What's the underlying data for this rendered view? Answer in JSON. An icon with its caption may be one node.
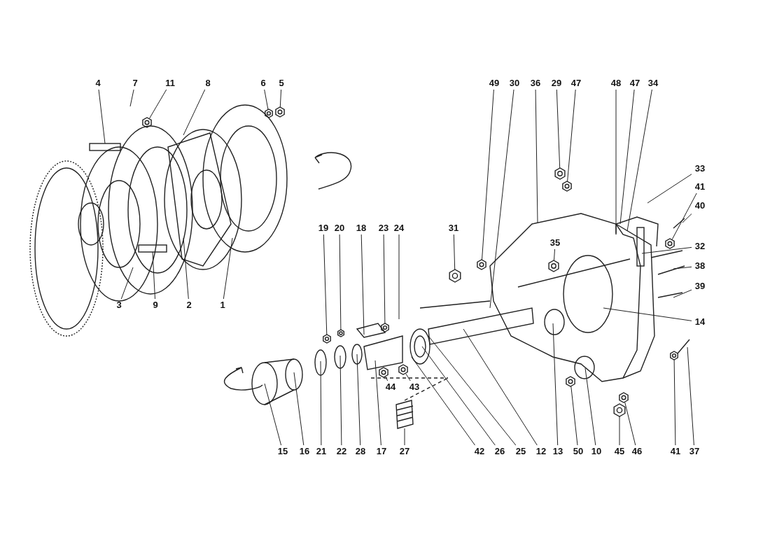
{
  "diagram": {
    "nodes": [
      {
        "text": [
          "4"
        ]
      },
      {
        "text": [
          "7"
        ]
      },
      {
        "text": [
          "11"
        ]
      },
      {
        "text": [
          "8"
        ]
      },
      {
        "text": [
          "6"
        ]
      },
      {
        "text": [
          "5"
        ]
      },
      {
        "text": [
          "49"
        ]
      },
      {
        "text": [
          "30"
        ]
      },
      {
        "text": [
          "36"
        ]
      },
      {
        "text": [
          "29"
        ]
      },
      {
        "text": [
          "47"
        ]
      },
      {
        "text": [
          "48"
        ]
      },
      {
        "text": [
          "47"
        ]
      },
      {
        "text": [
          "34"
        ]
      },
      {
        "text": [
          "33"
        ]
      },
      {
        "text": [
          "41"
        ]
      },
      {
        "text": [
          "40"
        ]
      },
      {
        "text": [
          "19"
        ]
      },
      {
        "text": [
          "20"
        ]
      },
      {
        "text": [
          "18"
        ]
      },
      {
        "text": [
          "23"
        ]
      },
      {
        "text": [
          "24"
        ]
      },
      {
        "text": [
          "31"
        ]
      },
      {
        "text": [
          "35"
        ]
      },
      {
        "text": [
          "32"
        ]
      },
      {
        "text": [
          "38"
        ]
      },
      {
        "text": [
          "39"
        ]
      },
      {
        "text": [
          "3"
        ]
      },
      {
        "text": [
          "9"
        ]
      },
      {
        "text": [
          "2"
        ]
      },
      {
        "text": [
          "1"
        ]
      },
      {
        "text": [
          "14"
        ]
      },
      {
        "text": [
          "44"
        ]
      },
      {
        "text": [
          "43"
        ]
      },
      {
        "text": [
          "15"
        ]
      },
      {
        "text": [
          "16"
        ]
      },
      {
        "text": [
          "21"
        ]
      },
      {
        "text": [
          "22"
        ]
      },
      {
        "text": [
          "28"
        ]
      },
      {
        "text": [
          "17"
        ]
      },
      {
        "text": [
          "27"
        ]
      },
      {
        "text": [
          "42"
        ]
      },
      {
        "text": [
          "26"
        ]
      },
      {
        "text": [
          "25"
        ]
      },
      {
        "text": [
          "12"
        ]
      },
      {
        "text": [
          "13"
        ]
      },
      {
        "text": [
          "50"
        ]
      },
      {
        "text": [
          "10"
        ]
      },
      {
        "text": [
          "45"
        ]
      },
      {
        "text": [
          "46"
        ]
      },
      {
        "text": [
          "41"
        ]
      },
      {
        "text": [
          "37"
        ]
      },
      {
        "text": [],
        "shape": "picture"
      },
      {
        "text": [],
        "shape": "picture"
      },
      {
        "text": [],
        "shape": "picture"
      },
      {
        "text": [],
        "shape": "picture"
      },
      {
        "text": [],
        "shape": "picture"
      },
      {
        "text": [],
        "shape": "picture"
      },
      {
        "text": [],
        "shape": "picture"
      },
      {
        "text": [],
        "shape": "picture"
      },
      {
        "text": [],
        "shape": "picture"
      },
      {
        "text": [],
        "shape": "picture"
      },
      {
        "text": [],
        "shape": "picture"
      },
      {
        "text": [],
        "shape": "picture"
      },
      {
        "text": [],
        "shape": "picture"
      },
      {
        "text": [],
        "shape": "picture"
      },
      {
        "text": [],
        "shape": "picture"
      },
      {
        "text": [],
        "shape": "picture"
      },
      {
        "text": [],
        "shape": "picture"
      },
      {
        "text": [],
        "shape": "picture"
      }
    ],
    "edges": [
      {
        "from": 0,
        "to": null,
        "arrow": "none"
      },
      {
        "from": 1,
        "to": null,
        "arrow": "none"
      },
      {
        "from": 2,
        "to": 52,
        "arrow": "none"
      },
      {
        "from": 3,
        "to": null,
        "arrow": "none"
      },
      {
        "from": 4,
        "to": 53,
        "arrow": "none"
      },
      {
        "from": 5,
        "to": 54,
        "arrow": "none"
      },
      {
        "from": 6,
        "to": 55,
        "arrow": "none"
      },
      {
        "from": 7,
        "to": null,
        "arrow": "none"
      },
      {
        "from": 8,
        "to": null,
        "arrow": "none"
      },
      {
        "from": 9,
        "to": 56,
        "arrow": "none"
      },
      {
        "from": 10,
        "to": 57,
        "arrow": "none"
      },
      {
        "from": 11,
        "to": null,
        "arrow": "none"
      },
      {
        "from": 12,
        "to": null,
        "arrow": "none"
      },
      {
        "from": 13,
        "to": null,
        "arrow": "none"
      },
      {
        "from": 14,
        "to": null,
        "arrow": "none"
      },
      {
        "from": 15,
        "to": 58,
        "arrow": "none"
      },
      {
        "from": 16,
        "to": null,
        "arrow": "none"
      },
      {
        "from": 17,
        "to": 59,
        "arrow": "none"
      },
      {
        "from": 18,
        "to": 60,
        "arrow": "none"
      },
      {
        "from": 19,
        "to": null,
        "arrow": "none"
      },
      {
        "from": 20,
        "to": 61,
        "arrow": "none"
      },
      {
        "from": 21,
        "to": null,
        "arrow": "none"
      },
      {
        "from": 22,
        "to": 62,
        "arrow": "none"
      },
      {
        "from": 23,
        "to": 63,
        "arrow": "none"
      },
      {
        "from": 24,
        "to": null,
        "arrow": "none"
      },
      {
        "from": 25,
        "to": null,
        "arrow": "none"
      },
      {
        "from": 26,
        "to": null,
        "arrow": "none"
      },
      {
        "from": 27,
        "to": null,
        "arrow": "none"
      },
      {
        "from": 28,
        "to": null,
        "arrow": "none"
      },
      {
        "from": 29,
        "to": null,
        "arrow": "none"
      },
      {
        "from": 30,
        "to": null,
        "arrow": "none"
      },
      {
        "from": 31,
        "to": null,
        "arrow": "none"
      },
      {
        "from": 32,
        "to": 64,
        "arrow": "none"
      },
      {
        "from": 33,
        "to": 65,
        "arrow": "none"
      },
      {
        "from": 34,
        "to": null,
        "arrow": "none"
      },
      {
        "from": 35,
        "to": null,
        "arrow": "none"
      },
      {
        "from": 36,
        "to": null,
        "arrow": "none"
      },
      {
        "from": 37,
        "to": null,
        "arrow": "none"
      },
      {
        "from": 38,
        "to": null,
        "arrow": "none"
      },
      {
        "from": 39,
        "to": null,
        "arrow": "none"
      },
      {
        "from": 40,
        "to": null,
        "arrow": "none"
      },
      {
        "from": 41,
        "to": null,
        "arrow": "none"
      },
      {
        "from": 42,
        "to": null,
        "arrow": "none"
      },
      {
        "from": 43,
        "to": null,
        "arrow": "none"
      },
      {
        "from": 44,
        "to": null,
        "arrow": "none"
      },
      {
        "from": 45,
        "to": null,
        "arrow": "none"
      },
      {
        "from": 46,
        "to": 66,
        "arrow": "none"
      },
      {
        "from": 47,
        "to": null,
        "arrow": "none"
      },
      {
        "from": 48,
        "to": 67,
        "arrow": "none"
      },
      {
        "from": 49,
        "to": 68,
        "arrow": "none"
      },
      {
        "from": 50,
        "to": 69,
        "arrow": "none"
      },
      {
        "from": 51,
        "to": null,
        "arrow": "none"
      }
    ]
  }
}
